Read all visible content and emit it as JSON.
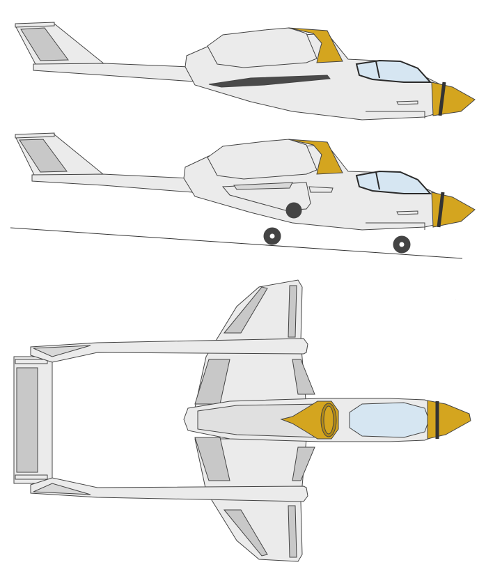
{
  "colors": {
    "background": "#ffffff",
    "airframe": "#ebebeb",
    "airframe_shade": "#e0e0e0",
    "panel_gray": "#c8c8c8",
    "outline": "#444444",
    "accent_gold": "#d4a51f",
    "accent_stripe": "#333333",
    "canopy": "#d6e6f2",
    "canopy_frame": "#2a2a2a",
    "intake_dark": "#4a4a4a",
    "tire": "#444444",
    "hub": "#ffffff",
    "ground_line": "#333333"
  },
  "views": [
    {
      "name": "side-view-gear-up"
    },
    {
      "name": "side-view-gear-down"
    },
    {
      "name": "top-view"
    }
  ]
}
